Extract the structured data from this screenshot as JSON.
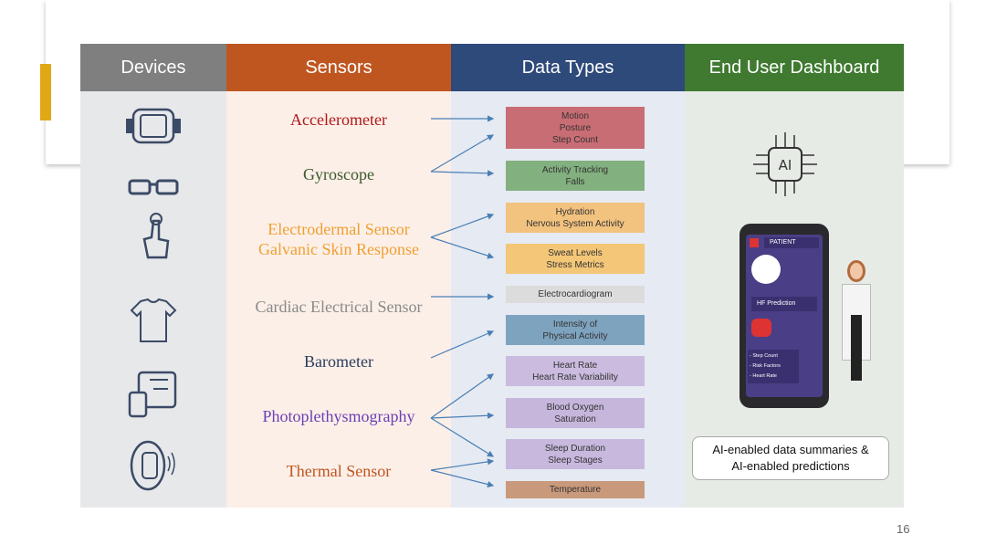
{
  "headers": {
    "devices": "Devices",
    "sensors": "Sensors",
    "data_types": "Data Types",
    "dashboard": "End User Dashboard"
  },
  "colors": {
    "devices": "#7f7f7f",
    "sensors": "#c0561f",
    "data_types": "#2e4a7a",
    "dashboard": "#3f7a30"
  },
  "devices": [
    "smartwatch-icon",
    "smart-glasses-icon",
    "touch-sensor-icon",
    "smart-shirt-icon",
    "smart-scale-icon",
    "wristband-icon"
  ],
  "sensors": [
    {
      "label": "Accelerometer",
      "color": "#b01818"
    },
    {
      "label": "Gyroscope",
      "color": "#3d5a2c"
    },
    {
      "label": "Electrodermal Sensor\nGalvanic Skin Response",
      "color": "#f0a032"
    },
    {
      "label": "Cardiac Electrical Sensor",
      "color": "#8a8a8a"
    },
    {
      "label": "Barometer",
      "color": "#2b3d5b"
    },
    {
      "label": "Photoplethysmography",
      "color": "#6a3fb5"
    },
    {
      "label": "Thermal Sensor",
      "color": "#c0561f"
    }
  ],
  "data_types": [
    {
      "label": "Motion\nPosture\nStep Count",
      "color": "#c96d74"
    },
    {
      "label": "Activity Tracking\nFalls",
      "color": "#82b07f"
    },
    {
      "label": "Hydration\nNervous System Activity",
      "color": "#f2c27f"
    },
    {
      "label": "Sweat Levels\nStress Metrics",
      "color": "#f3c678"
    },
    {
      "label": "Electrocardiogram",
      "color": "#dcdcdc"
    },
    {
      "label": "Intensity of\nPhysical Activity",
      "color": "#7ea3bf"
    },
    {
      "label": "Heart Rate\nHeart Rate Variability",
      "color": "#cabbdf"
    },
    {
      "label": "Blood Oxygen\nSaturation",
      "color": "#c6b6dc"
    },
    {
      "label": "Sleep Duration\nSleep Stages",
      "color": "#c8b8de"
    },
    {
      "label": "Temperature",
      "color": "#c9997b"
    }
  ],
  "dashboard": {
    "ai_label": "AI",
    "phone": {
      "title": "PATIENT",
      "prediction": "HF Prediction",
      "items": [
        "- Step Count",
        "- Risk Factors",
        "- Heart Rate"
      ]
    },
    "note": "AI-enabled data summaries &\nAI-enabled predictions"
  },
  "page_number": "16"
}
